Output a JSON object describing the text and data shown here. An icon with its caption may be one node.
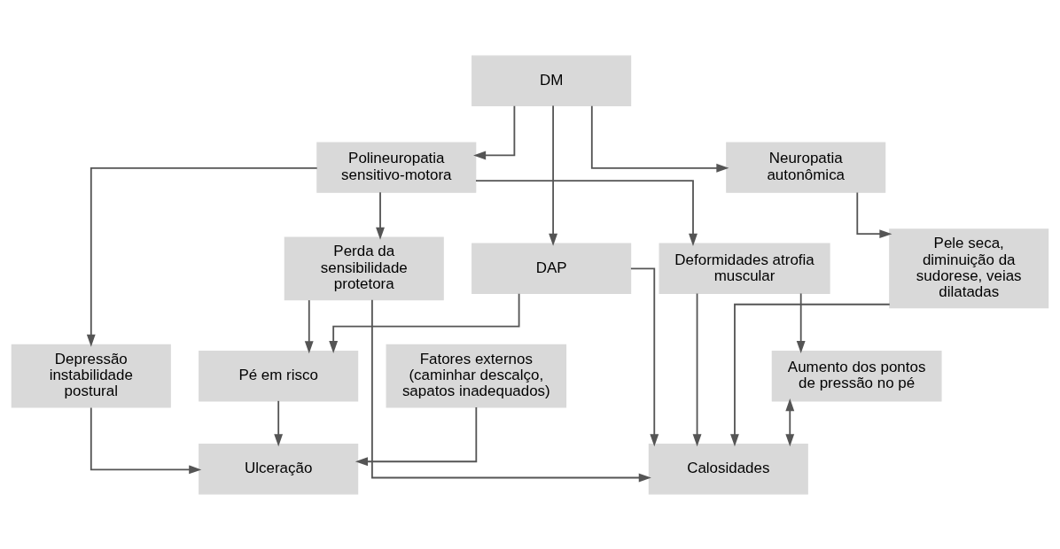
{
  "diagram": {
    "nodes": [
      {
        "text": [
          "DM"
        ]
      },
      {
        "text": [
          "Polineuropatia sensitivo-motora"
        ]
      },
      {
        "text": [
          "Neuropatia autonômica"
        ]
      },
      {
        "text": [
          "DAP"
        ]
      },
      {
        "text": [
          "Depressão instabilidade postural"
        ]
      },
      {
        "text": [
          "Perda da sensibilidade protetora"
        ]
      },
      {
        "text": [
          "Deformidades atrofia muscular"
        ]
      },
      {
        "text": [
          "Pele seca, diminuição da sudorese, veias dilatadas"
        ]
      },
      {
        "text": [
          "Aumento dos pontos de pressão no pé"
        ]
      },
      {
        "text": [
          "Calosidades"
        ]
      },
      {
        "text": [
          "Pé em risco"
        ]
      },
      {
        "text": [
          "Fatores externos (caminhar descalço, sapatos inadequados)"
        ]
      },
      {
        "text": [
          "Ulceração"
        ]
      }
    ],
    "edges": [
      {
        "from": 0,
        "to": 1,
        "arrow": "to"
      },
      {
        "from": 0,
        "to": 2,
        "arrow": "to"
      },
      {
        "from": 0,
        "to": 3,
        "arrow": "to"
      },
      {
        "from": 1,
        "to": 4,
        "arrow": "to"
      },
      {
        "from": 1,
        "to": 5,
        "arrow": "to"
      },
      {
        "from": 1,
        "to": 6,
        "arrow": "to"
      },
      {
        "from": 2,
        "to": 7,
        "arrow": "to"
      },
      {
        "from": 6,
        "to": 8,
        "arrow": "to"
      },
      {
        "from": 8,
        "to": 9,
        "arrow": "both"
      },
      {
        "from": 5,
        "to": 9,
        "arrow": "to"
      },
      {
        "from": 6,
        "to": 9,
        "arrow": "to"
      },
      {
        "from": 7,
        "to": 9,
        "arrow": "to"
      },
      {
        "from": 3,
        "to": 9,
        "arrow": "to"
      },
      {
        "from": 5,
        "to": 10,
        "arrow": "to"
      },
      {
        "from": 3,
        "to": 10,
        "arrow": "to"
      },
      {
        "from": 10,
        "to": 12,
        "arrow": "to"
      },
      {
        "from": 4,
        "to": 12,
        "arrow": "to"
      },
      {
        "from": 11,
        "to": 12,
        "arrow": "to"
      }
    ]
  }
}
